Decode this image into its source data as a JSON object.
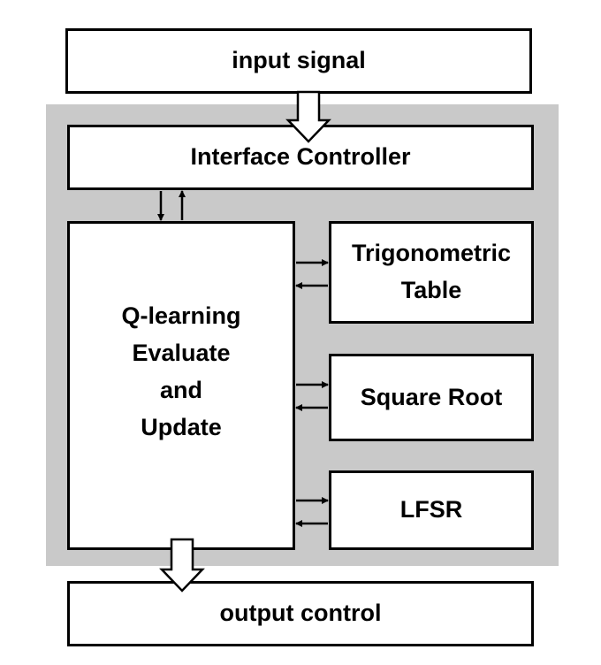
{
  "diagram": {
    "input_block": "input signal",
    "interface_block": "Interface Controller",
    "qlearning_block": "Q-learning\nEvaluate\nand\nUpdate",
    "trig_block": "Trigonometric\nTable",
    "sqrt_block": "Square Root",
    "lfsr_block": "LFSR",
    "output_block": "output control"
  },
  "colors": {
    "region_fill": "#c9c9c9",
    "block_fill": "#ffffff",
    "stroke": "#000000"
  }
}
